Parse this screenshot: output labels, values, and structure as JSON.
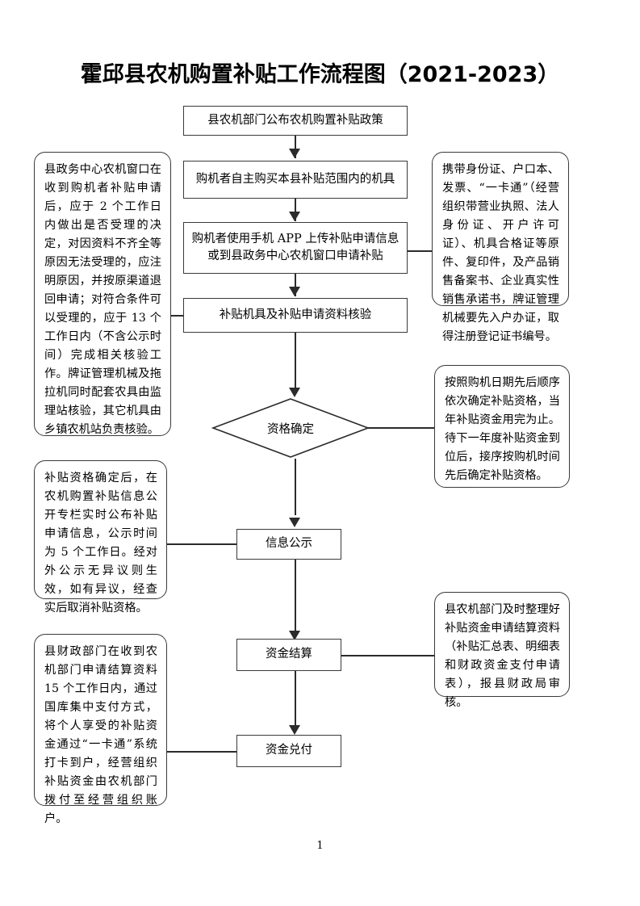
{
  "document": {
    "title": "霍邱县农机购置补贴工作流程图（2021-2023）",
    "page_number": "1"
  },
  "flow": {
    "nodes": [
      {
        "id": "policy",
        "label": "县农机部门公布农机购置补贴政策"
      },
      {
        "id": "purchase",
        "label": "购机者自主购买本县补贴范围内的机具"
      },
      {
        "id": "apply_l1",
        "label": "购机者使用手机 APP 上传补贴申请信息"
      },
      {
        "id": "apply_l2",
        "label": "或到县政务中心农机窗口申请补贴"
      },
      {
        "id": "verify",
        "label": "补贴机具及补贴申请资料核验"
      },
      {
        "id": "qualify",
        "label": "资格确定"
      },
      {
        "id": "publicity",
        "label": "信息公示"
      },
      {
        "id": "settle",
        "label": "资金结算"
      },
      {
        "id": "payout",
        "label": "资金兑付"
      }
    ]
  },
  "notes": {
    "left": [
      {
        "id": "note-acceptance",
        "text": "县政务中心农机窗口在收到购机者补贴申请后，应于 2 个工作日内做出是否受理的决定，对因资料不齐全等原因无法受理的，应注明原因，并按原渠道退回申请；对符合条件可以受理的，应于 13 个工作日内（不含公示时间）完成相关核验工作。牌证管理机械及拖拉机同时配套农具由监理站核验，其它机具由乡镇农机站负责核验。"
      },
      {
        "id": "note-publicity",
        "text": "补贴资格确定后，在农机购置补贴信息公开专栏实时公布补贴申请信息，公示时间为 5 个工作日。经对外公示无异议则生效，如有异议，经查实后取消补贴资格。"
      },
      {
        "id": "note-payout",
        "text": "县财政部门在收到农机部门申请结算资料 15 个工作日内，通过国库集中支付方式，将个人享受的补贴资金通过“一卡通”系统打卡到户，经营组织补贴资金由农机部门拨付至经营组织账户。"
      }
    ],
    "right": [
      {
        "id": "note-documents",
        "text": "携带身份证、户口本、发票、“一卡通”（经营组织带营业执照、法人身份证、开户许可证）、机具合格证等原件、复印件，及产品销售备案书、企业真实性销售承诺书，牌证管理机械要先入户办证，取得注册登记证书编号。"
      },
      {
        "id": "note-quota",
        "text": "按照购机日期先后顺序依次确定补贴资格，当年补贴资金用完为止。待下一年度补贴资金到位后，接序按购机时间先后确定补贴资格。"
      },
      {
        "id": "note-settlement",
        "text": "县农机部门及时整理好补贴资金申请结算资料（补贴汇总表、明细表和财政资金支付申请表），报县财政局审核。"
      }
    ]
  },
  "colors": {
    "border": "#3a3a3a",
    "line": "#2b2b2b",
    "background": "#ffffff",
    "text": "#000000"
  }
}
